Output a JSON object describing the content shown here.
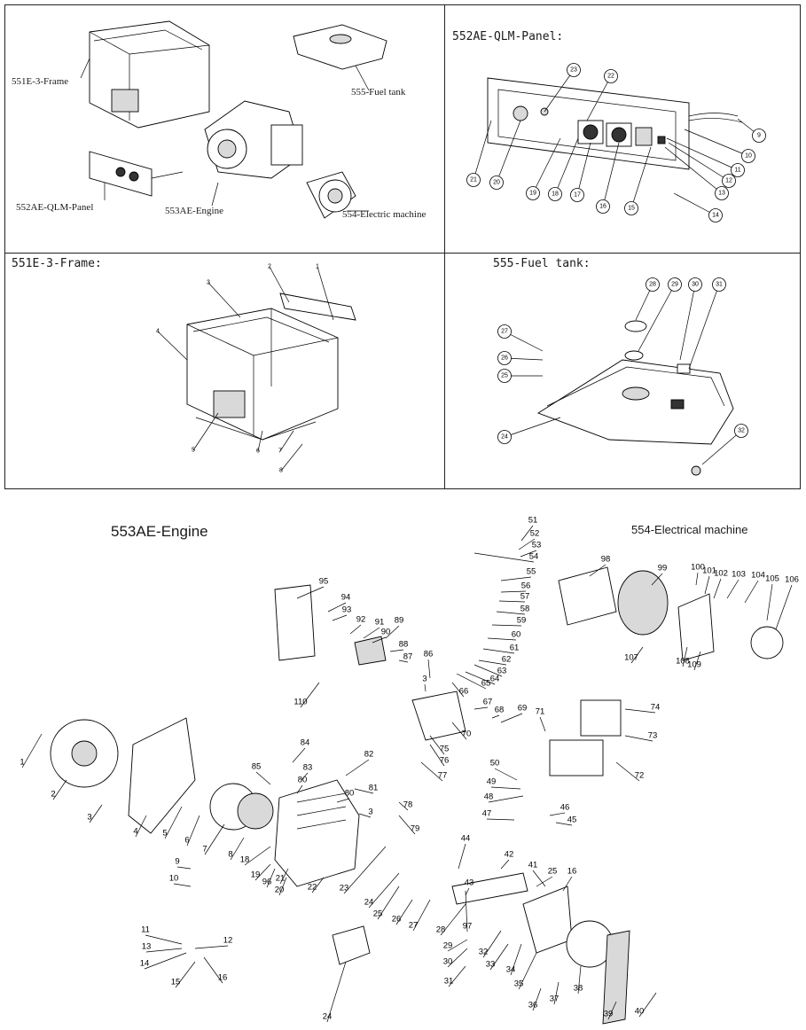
{
  "overview": {
    "labels": {
      "frame": "551E-3-Frame",
      "fuel_tank": "555-Fuel tank",
      "panel": "552AE-QLM-Panel",
      "engine": "553AE-Engine",
      "electric_machine": "554-Electric machine"
    }
  },
  "panel_section": {
    "title": "552AE-QLM-Panel:",
    "callouts": [
      "23",
      "22",
      "9",
      "10",
      "11",
      "12",
      "13",
      "14",
      "15",
      "16",
      "17",
      "18",
      "19",
      "20",
      "21"
    ]
  },
  "frame_section": {
    "title": "551E-3-Frame:",
    "callouts": [
      "1",
      "2",
      "3",
      "4",
      "5",
      "6",
      "7",
      "8"
    ]
  },
  "fuel_section": {
    "title": "555-Fuel tank:",
    "callouts": [
      "28",
      "29",
      "30",
      "31",
      "27",
      "26",
      "25",
      "24",
      "32"
    ]
  },
  "engine_section": {
    "title": "553AE-Engine",
    "electrical_title": "554-Electrical machine",
    "callouts": [
      "51",
      "52",
      "53",
      "54",
      "55",
      "56",
      "57",
      "58",
      "59",
      "60",
      "61",
      "62",
      "63",
      "64",
      "65",
      "66",
      "67",
      "68",
      "69",
      "95",
      "94",
      "93",
      "92",
      "91",
      "90",
      "89",
      "88",
      "87",
      "86",
      "3",
      "70",
      "75",
      "76",
      "77",
      "110",
      "98",
      "99",
      "100",
      "101",
      "102",
      "103",
      "104",
      "105",
      "106",
      "107",
      "108",
      "109",
      "71",
      "74",
      "73",
      "72",
      "84",
      "85",
      "83",
      "82",
      "80",
      "81",
      "80",
      "3",
      "78",
      "79",
      "50",
      "49",
      "48",
      "47",
      "46",
      "45",
      "1",
      "2",
      "3",
      "4",
      "5",
      "6",
      "7",
      "8",
      "9",
      "10",
      "11",
      "12",
      "13",
      "14",
      "15",
      "16",
      "18",
      "19",
      "96",
      "20",
      "21",
      "22",
      "23",
      "24",
      "25",
      "26",
      "27",
      "28",
      "29",
      "30",
      "31",
      "32",
      "33",
      "34",
      "35",
      "36",
      "37",
      "38",
      "39",
      "40",
      "41",
      "42",
      "43",
      "44",
      "97",
      "24",
      "25",
      "16"
    ]
  }
}
